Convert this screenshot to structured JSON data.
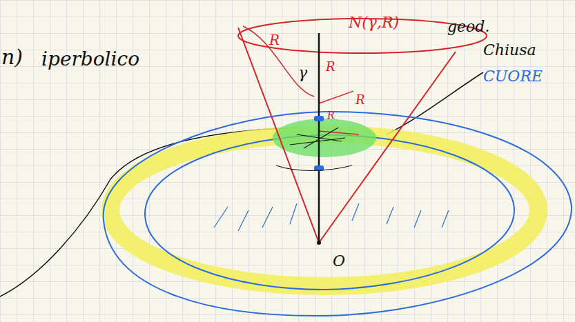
{
  "diagram": {
    "labels": [
      "n)",
      "iperbolico",
      "R",
      "N(γ,R)",
      "geod.",
      "Chiusa",
      "CUORE",
      "γ",
      "R",
      "R",
      "R",
      "O"
    ]
  }
}
